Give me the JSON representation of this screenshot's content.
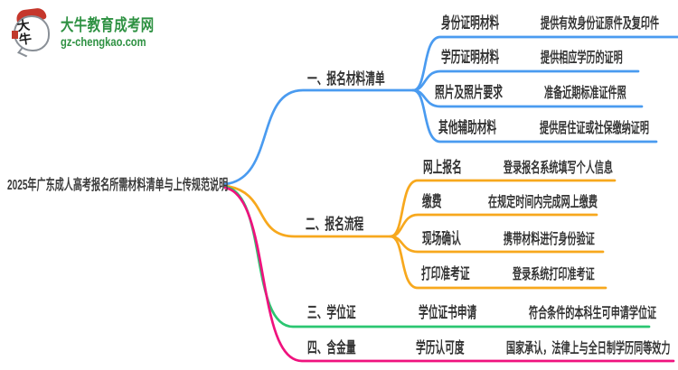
{
  "page": {
    "background": "#ffffff",
    "text_color": "#333333"
  },
  "logo": {
    "site_name": "大牛教育成考网",
    "site_url": "gz-chengkao.com",
    "mark_text": "大牛",
    "green": "#2e9142",
    "red": "#c5372c"
  },
  "central_topic": "2025年广东成人高考报名所需材料清单与上传规范说明",
  "branches": [
    {
      "label": "一、报名材料清单",
      "color": "#4a9bf0",
      "children": [
        {
          "label": "身份证明材料",
          "desc": "提供有效身份证原件及复印件"
        },
        {
          "label": "学历证明材料",
          "desc": "提供相应学历的证明"
        },
        {
          "label": "照片及照片要求",
          "desc": "准备近期标准证件照"
        },
        {
          "label": "其他辅助材料",
          "desc": "提供居住证或社保缴纳证明"
        }
      ]
    },
    {
      "label": "二、报名流程",
      "color": "#f7a81d",
      "children": [
        {
          "label": "网上报名",
          "desc": "登录报名系统填写个人信息"
        },
        {
          "label": "缴费",
          "desc": "在规定时间内完成网上缴费"
        },
        {
          "label": "现场确认",
          "desc": "携带材料进行身份验证"
        },
        {
          "label": "打印准考证",
          "desc": "登录系统打印准考证"
        }
      ]
    },
    {
      "label": "三、学位证",
      "color": "#2bc671",
      "children": [
        {
          "label": "学位证书申请",
          "desc": "符合条件的本科生可申请学位证"
        }
      ]
    },
    {
      "label": "四、含金量",
      "color": "#ef127e",
      "children": [
        {
          "label": "学历认可度",
          "desc": "国家承认，法律上与全日制学历同等效力"
        }
      ]
    }
  ]
}
